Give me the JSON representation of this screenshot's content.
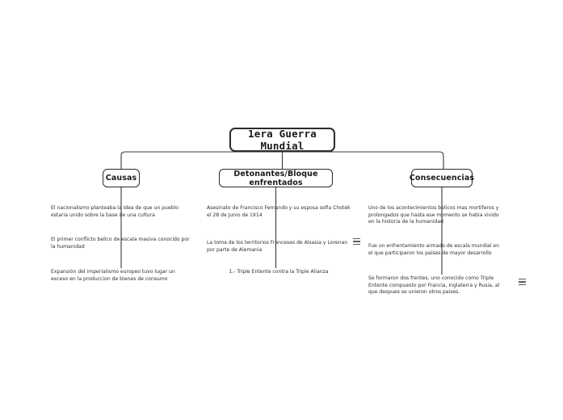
{
  "diagram": {
    "title": "1era  Guerra Mundial",
    "type": "mind-map",
    "root": {
      "label": "1era  Guerra Mundial"
    },
    "branches": [
      {
        "id": "causas",
        "label": "Causas",
        "items": [
          {
            "text": "El nacionalismo planteaba la idea de que un pueblo estaria unido sobre la base de una cultura"
          },
          {
            "text": "El primer conflicto belico de escala masiva conocido por la humanidad"
          },
          {
            "text": "Expansión del imperialismo europeo tuvo lugar un exceso en la produccion de bienes de consumo"
          }
        ]
      },
      {
        "id": "detonantes",
        "label": "Detonantes/Bloque enfrentados",
        "items": [
          {
            "text": "Asesinato de Francisco Fernando y su esposa sofia Chotek el 28 de Junio de 1914"
          },
          {
            "text": "La toma de los territorios Franceses de Alsasia y Lorenan por parte de Alemania"
          },
          {
            "text": "1.- Triple Entente contra la Triple Alianza"
          }
        ]
      },
      {
        "id": "consecuencias",
        "label": "Consecuencias",
        "items": [
          {
            "text": "Uno de los acontecimientos belicos mas mortiferos y prolongados que hasta ese momento se habia vivido en la historia de la humanidad"
          },
          {
            "text": "Fue un enfrentamiento armado de escala mundial en el que participaron los paises de mayor desarrollo"
          },
          {
            "text": "Se formaron dos frentes, uno conocido como Triple Entente compuesto por Francia, Inglaterra y Rusia, al que despues se unieron otros paises."
          }
        ]
      }
    ],
    "icons": {
      "menu": "hamburger-menu-icon"
    },
    "colors": {
      "background": "#ffffff",
      "node_border": "#2b2b2b",
      "node_fill": "#ffffff",
      "text": "#1a1a1a",
      "leaf_text": "#2e2e2e",
      "connector": "#3a3a3a",
      "icon": "#5a5a5a"
    }
  }
}
